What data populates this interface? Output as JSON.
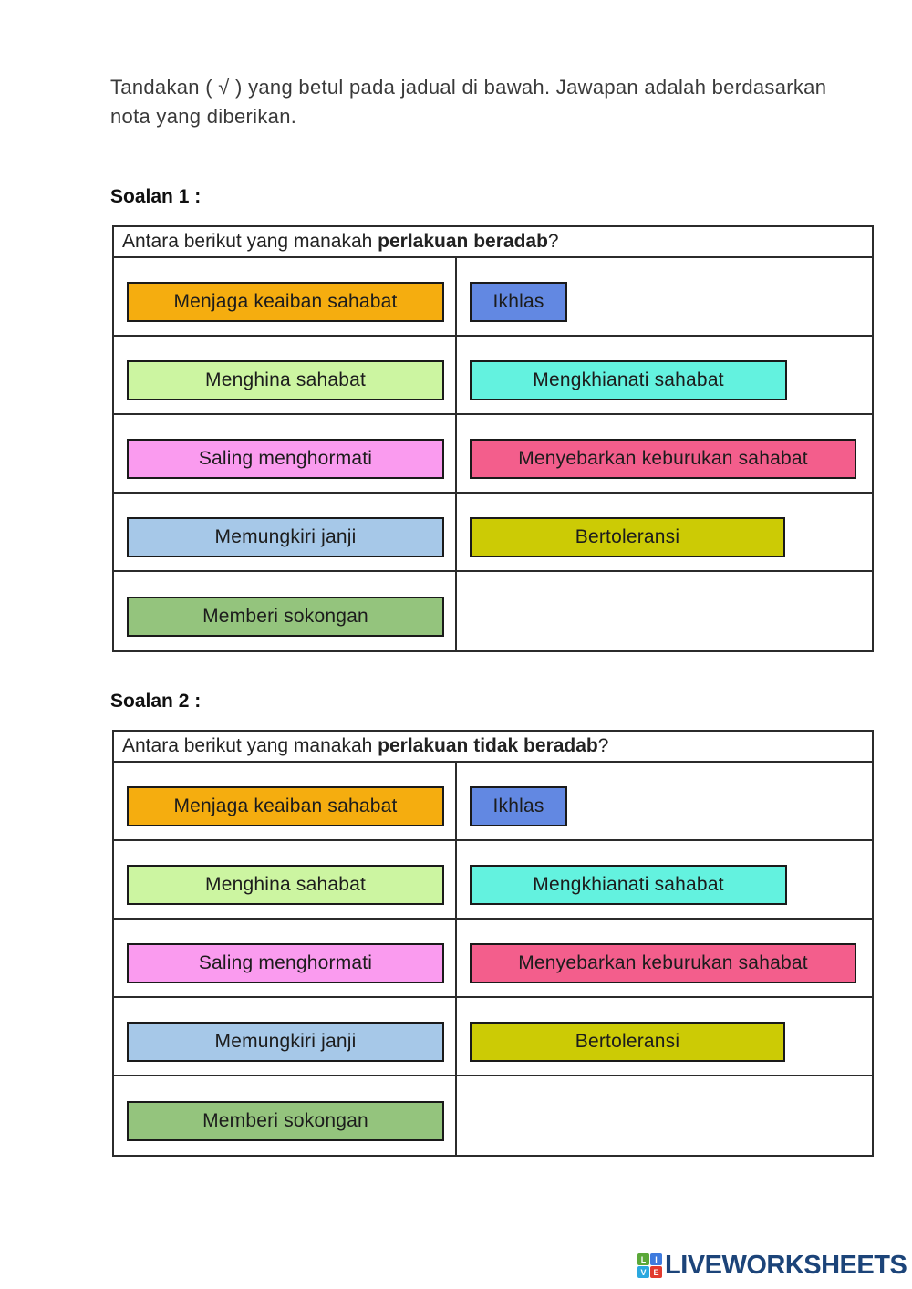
{
  "instruction": "Tandakan ( √ ) yang betul pada jadual di bawah. Jawapan adalah berdasarkan nota yang diberikan.",
  "questions": [
    {
      "title": "Soalan 1 :",
      "header": {
        "prefix": "Antara berikut yang manakah ",
        "bold": "perlakuan beradab",
        "suffix": "?"
      }
    },
    {
      "title": "Soalan 2 :",
      "header": {
        "prefix": "Antara berikut yang manakah ",
        "bold": "perlakuan tidak beradab",
        "suffix": "?"
      }
    }
  ],
  "options": {
    "rows": [
      {
        "left": {
          "label": "Menjaga keaiban sahabat",
          "color": "#F5AD0F"
        },
        "right": {
          "label": "Ikhlas",
          "color": "#6288E2"
        }
      },
      {
        "left": {
          "label": "Menghina sahabat",
          "color": "#CCF5A1"
        },
        "right": {
          "label": "Mengkhianati sahabat",
          "color": "#63F2DF"
        }
      },
      {
        "left": {
          "label": "Saling menghormati",
          "color": "#FA9BEF"
        },
        "right": {
          "label": "Menyebarkan keburukan sahabat",
          "color": "#F35E8C"
        }
      },
      {
        "left": {
          "label": "Memungkiri janji",
          "color": "#A6C8E8"
        },
        "right": {
          "label": "Bertoleransi",
          "color": "#CCCB05"
        }
      },
      {
        "left": {
          "label": "Memberi sokongan",
          "color": "#94C47D"
        }
      }
    ]
  },
  "footer": {
    "brand": "LIVEWORKSHEETS",
    "brand_color": "#1C4479",
    "logo_squares": [
      {
        "letter": "L",
        "color": "#5BA839"
      },
      {
        "letter": "I",
        "color": "#3E7BDE"
      },
      {
        "letter": "V",
        "color": "#2BA8DF"
      },
      {
        "letter": "E",
        "color": "#E23A2E"
      }
    ]
  }
}
